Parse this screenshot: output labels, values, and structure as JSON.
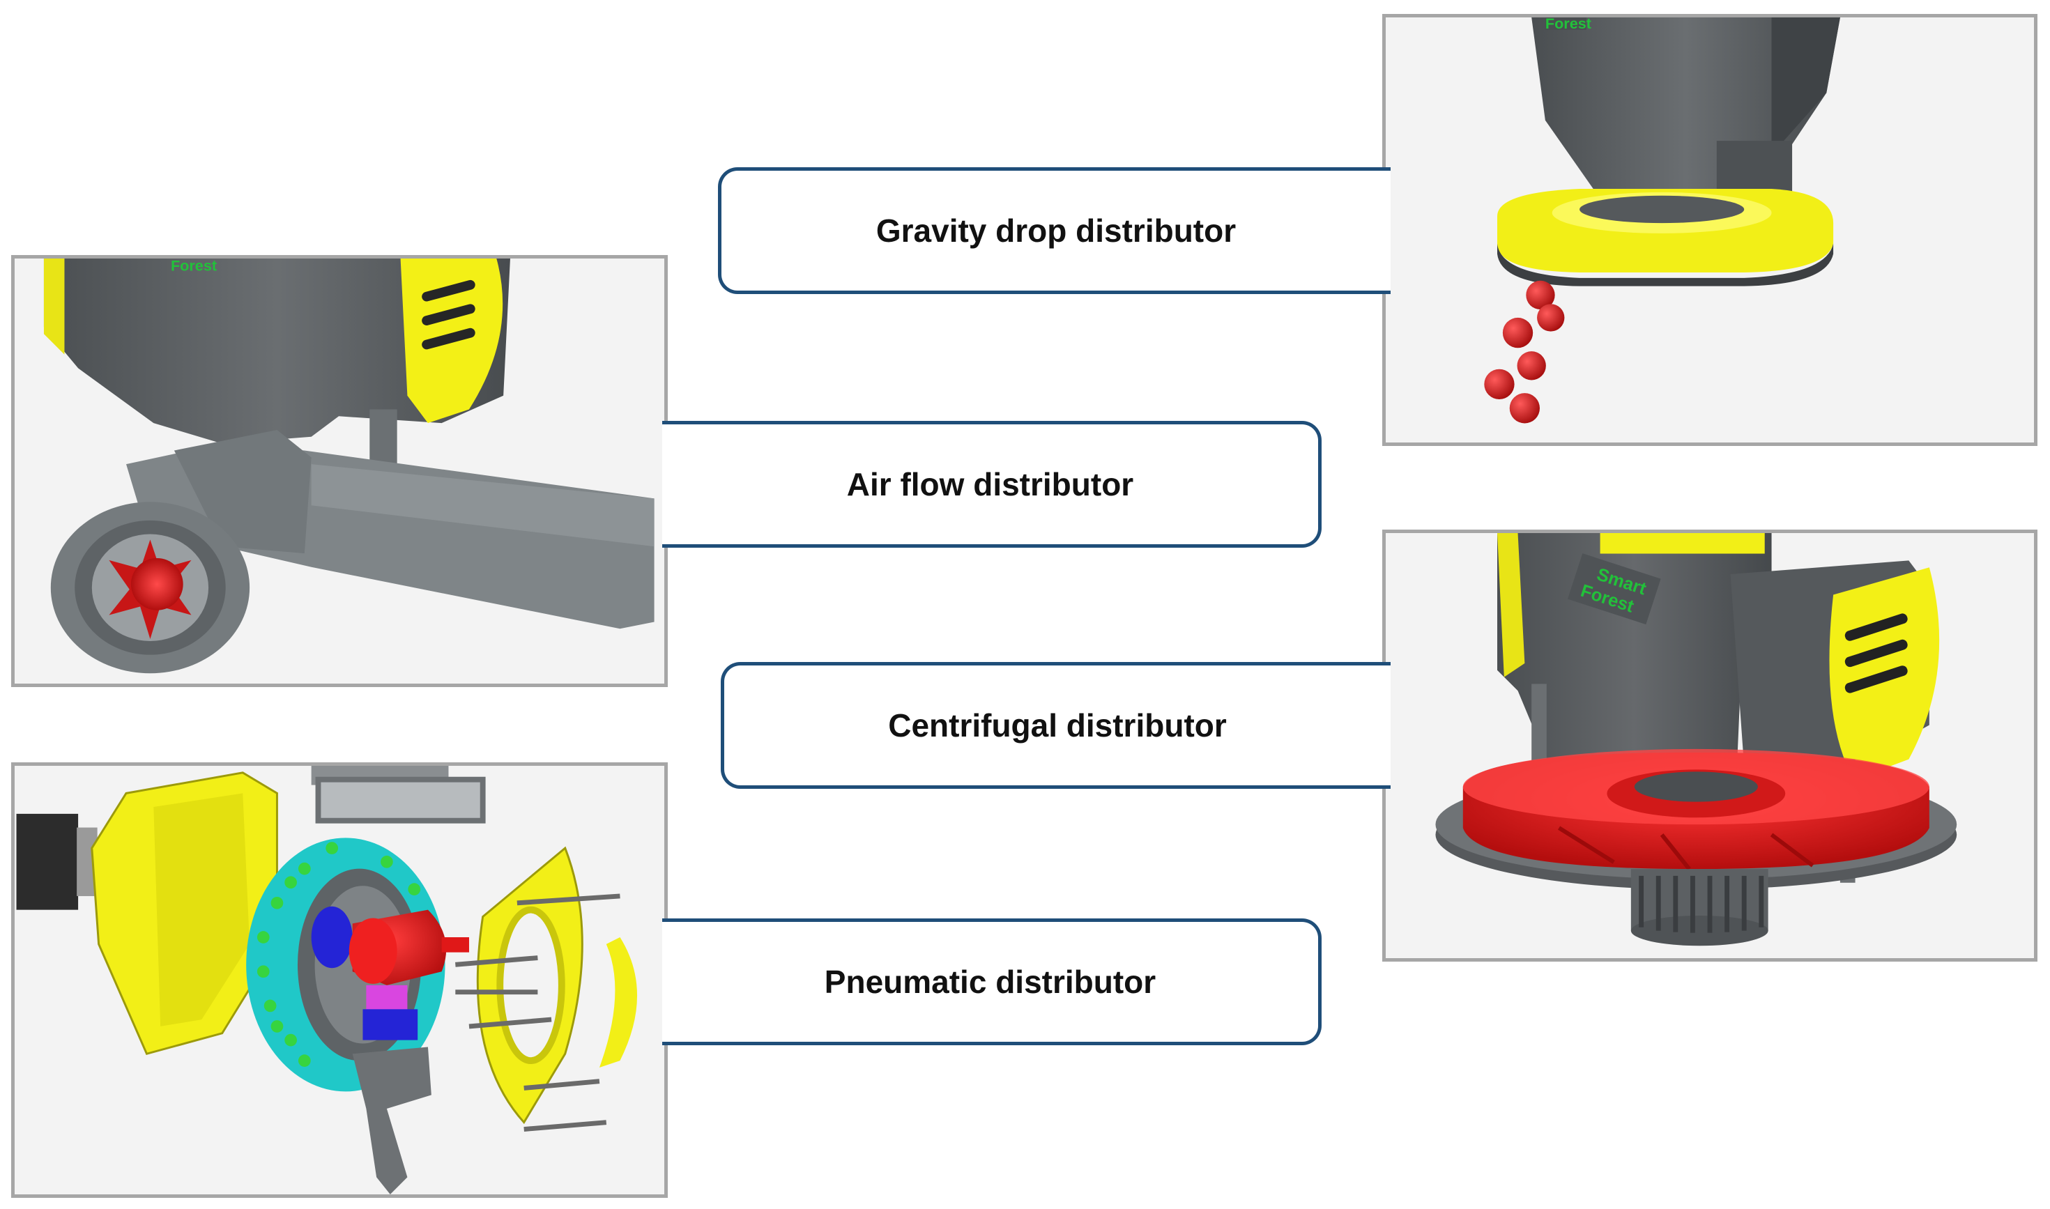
{
  "labels": {
    "gravity": "Gravity drop distributor",
    "airflow": "Air flow distributor",
    "centrifugal": "Centrifugal distributor",
    "pneumatic": "Pneumatic distributor"
  },
  "logo_text": {
    "line1": "Smart",
    "line2": "Forest"
  },
  "colors": {
    "connector": "#1f4e79",
    "panel_border": "#a6a6a6",
    "hopper_gray": "#5b5f62",
    "body_yellow": "#f5f214",
    "seed_red": "#d81818",
    "rotor_cyan": "#27d3d3",
    "logo_green": "#22c13a"
  },
  "icons": [
    "gravity-drop-render",
    "air-flow-render",
    "centrifugal-render",
    "pneumatic-render"
  ]
}
